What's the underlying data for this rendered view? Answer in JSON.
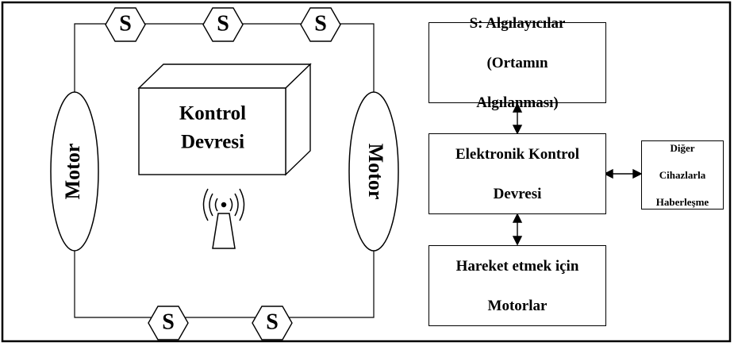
{
  "robot": {
    "sensor_label": "S",
    "motor_left": "Motor",
    "motor_right": "Motor",
    "control_line1": "Kontrol",
    "control_line2": "Devresi"
  },
  "blocks": {
    "sensors": {
      "line1": "S: Algılayıcılar",
      "line2": "(Ortamın",
      "line3": "Algılanması)"
    },
    "electronic": {
      "line1": "Elektronik Kontrol",
      "line2": "Devresi"
    },
    "motors": {
      "line1": "Hareket etmek için",
      "line2": "Motorlar"
    },
    "comm": {
      "line1": "Diğer",
      "line2": "Cihazlarla",
      "line3": "Haberleşme"
    }
  }
}
